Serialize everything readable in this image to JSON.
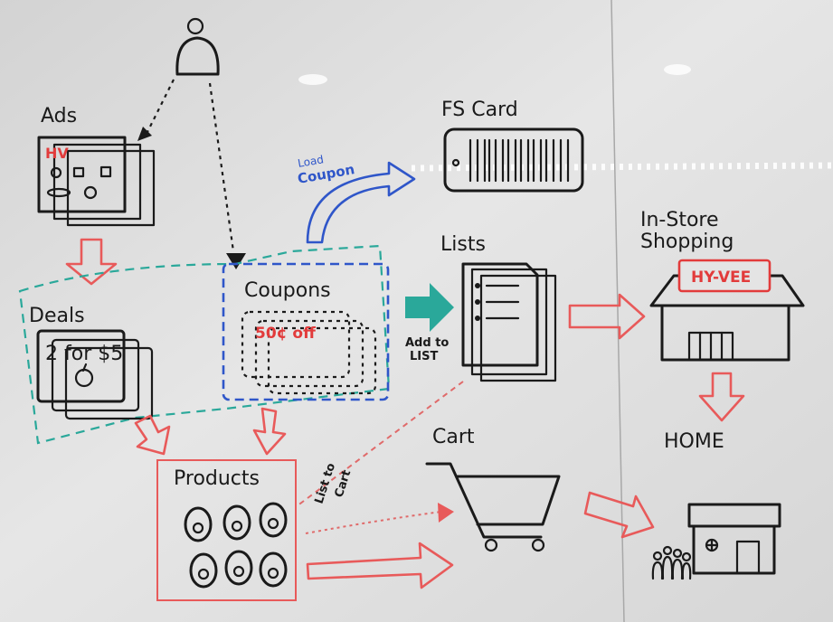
{
  "labels": {
    "ads": "Ads",
    "ads_brand": "HV",
    "fs_card": "FS Card",
    "load_coupon_1": "Load",
    "load_coupon_2": "Coupon",
    "lists": "Lists",
    "in_store_1": "In-Store",
    "in_store_2": "Shopping",
    "store_sign": "HY-VEE",
    "deals": "Deals",
    "deal_text": "2 for $5",
    "coupons": "Coupons",
    "coupon_text": "50¢ off",
    "add_to_list_1": "Add to",
    "add_to_list_2": "LIST",
    "home": "HOME",
    "cart": "Cart",
    "products": "Products",
    "list_to_cart_1": "List to",
    "list_to_cart_2": "Cart"
  },
  "colors": {
    "board": "#dcdcdc",
    "ink": "#1a1a1a",
    "red": "#e85a5a",
    "blue": "#2f56c9",
    "teal": "#2aa89a"
  }
}
